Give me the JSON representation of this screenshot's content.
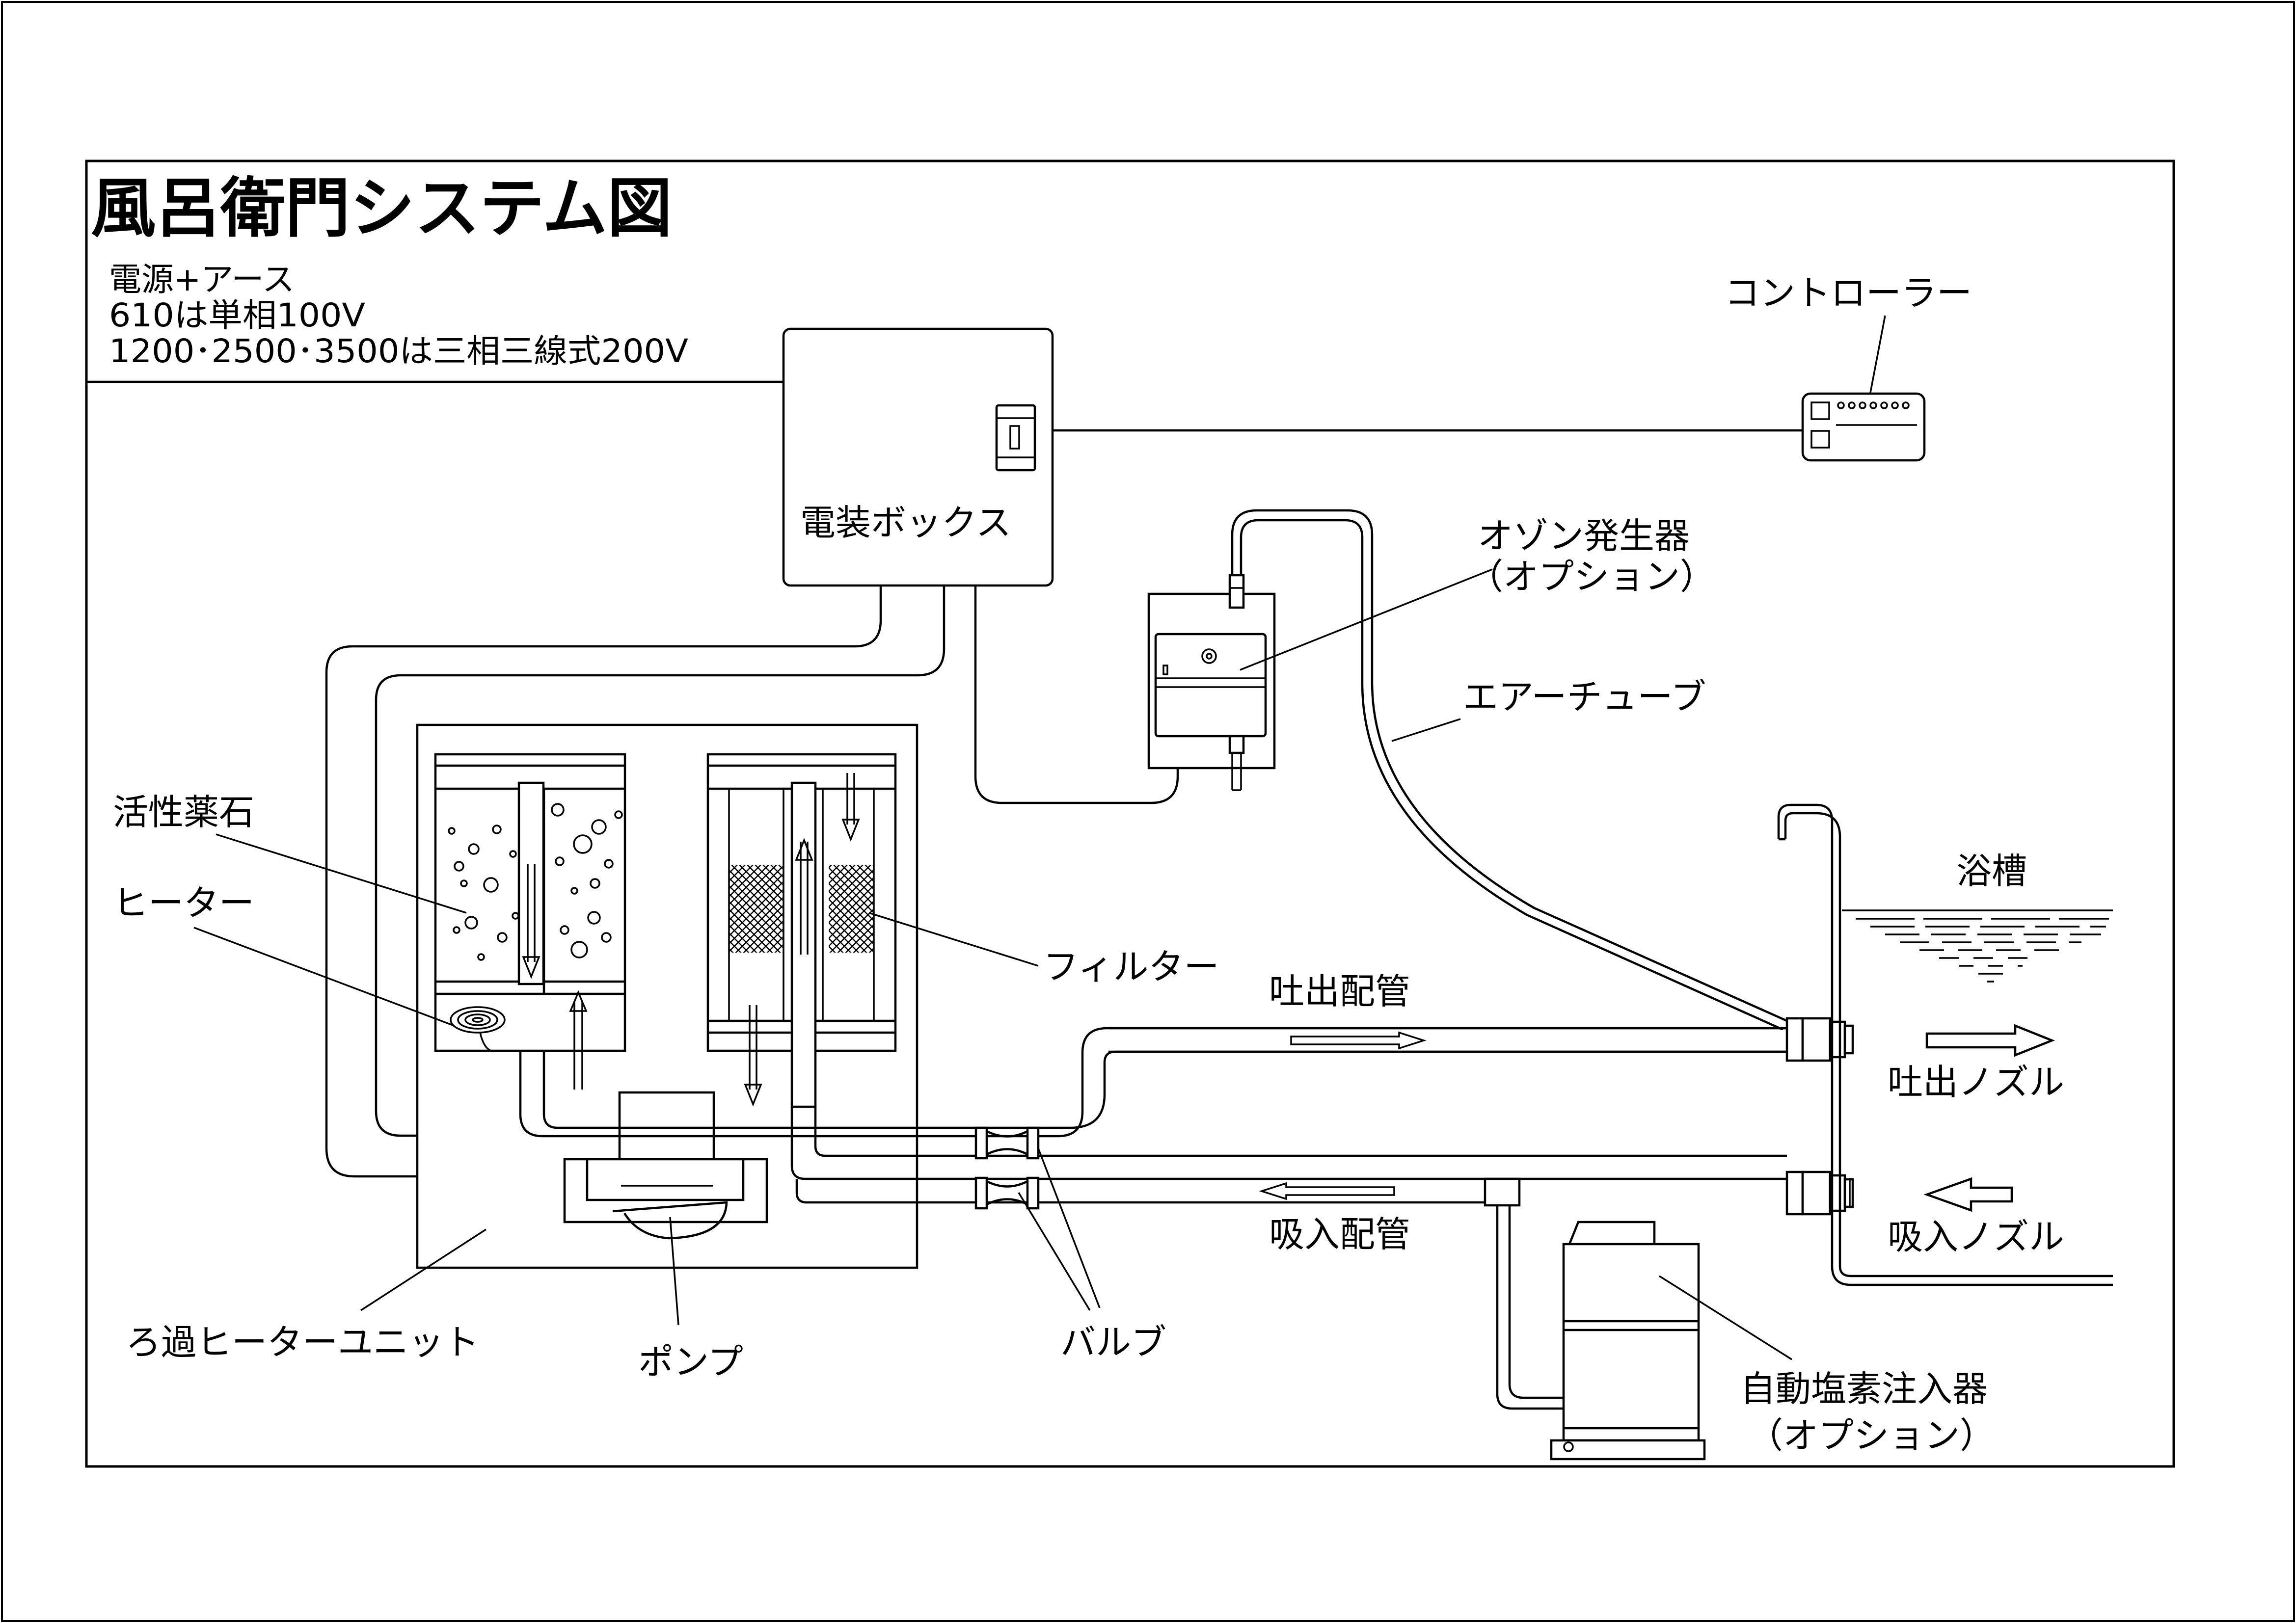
{
  "title": "風呂衛門システム図",
  "power_note": [
    "電源+アース",
    "610は単相100V",
    "1200･2500･3500は三相三線式200V"
  ],
  "labels": {
    "controller": "コントローラー",
    "electrical_box": "電装ボックス",
    "ozone_generator": "オゾン発生器",
    "ozone_option": "（オプション）",
    "air_tube": "エアーチューブ",
    "bathtub": "浴槽",
    "active_stone": "活性薬石",
    "heater": "ヒーター",
    "filter": "フィルター",
    "discharge_pipe": "吐出配管",
    "discharge_nozzle": "吐出ノズル",
    "suction_pipe": "吸入配管",
    "suction_nozzle": "吸入ノズル",
    "filter_heater_unit": "ろ過ヒーターユニット",
    "pump": "ポンプ",
    "valve": "バルブ",
    "chlorine_injector": "自動塩素注入器",
    "chlorine_option": "（オプション）"
  }
}
